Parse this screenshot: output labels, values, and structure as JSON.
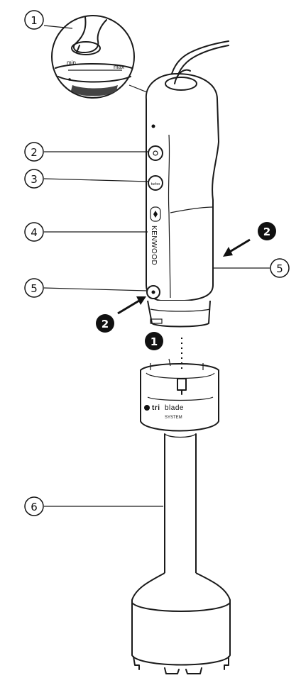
{
  "callouts": {
    "c1": "1",
    "c2": "2",
    "c3": "3",
    "c4": "4",
    "c5a": "5",
    "c5b": "5",
    "c6": "6"
  },
  "steps": {
    "step1": "1",
    "step2a": "2",
    "step2b": "2"
  },
  "labels": {
    "min": "min",
    "max": "max",
    "brand": "KENWOOD",
    "turbo": "turbo",
    "triblade_tri": "tri",
    "triblade_blade": "blade",
    "triblade_system": "SYSTEM"
  }
}
